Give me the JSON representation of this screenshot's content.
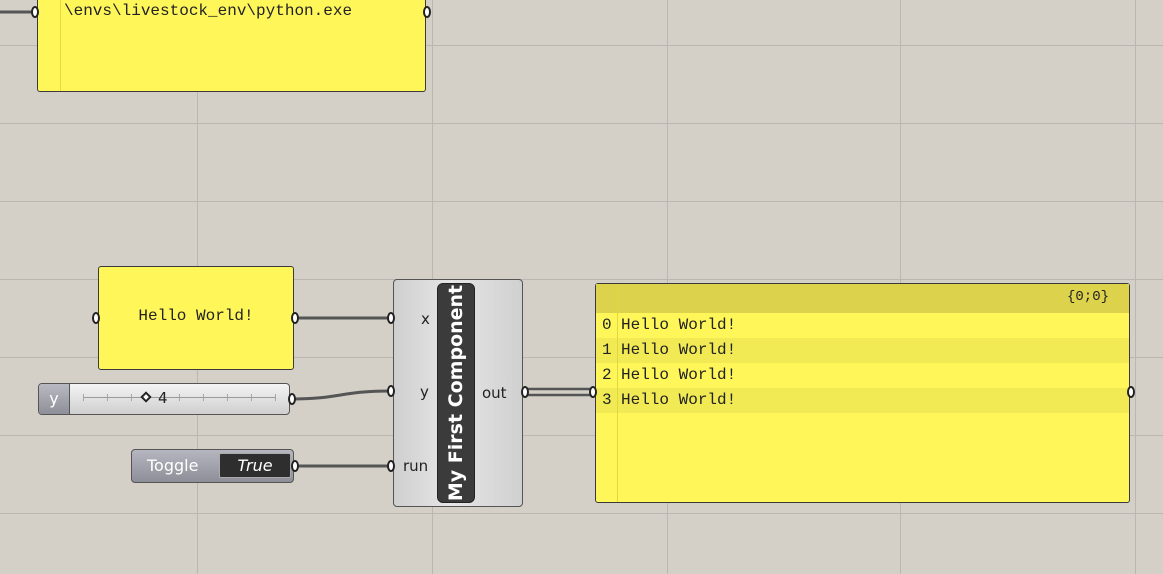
{
  "python_path_panel": {
    "text": "\\envs\\livestock_env\\python.exe"
  },
  "hello_panel": {
    "text": "Hello World!"
  },
  "slider": {
    "name": "y",
    "value": "4",
    "knob_icon": "diamond-icon"
  },
  "toggle": {
    "name": "Toggle",
    "value": "True"
  },
  "component": {
    "title": "My First Component",
    "inputs": [
      "x",
      "y",
      "run"
    ],
    "output": "out"
  },
  "output_panel": {
    "path": "{0;0}",
    "rows": [
      {
        "index": "0",
        "text": "Hello World!"
      },
      {
        "index": "1",
        "text": "Hello World!"
      },
      {
        "index": "2",
        "text": "Hello World!"
      },
      {
        "index": "3",
        "text": "Hello World!"
      }
    ]
  },
  "colors": {
    "canvas": "#d4d0c8",
    "panel": "#fff75a",
    "panel_header": "#dcd24c",
    "wire": "#555555"
  }
}
